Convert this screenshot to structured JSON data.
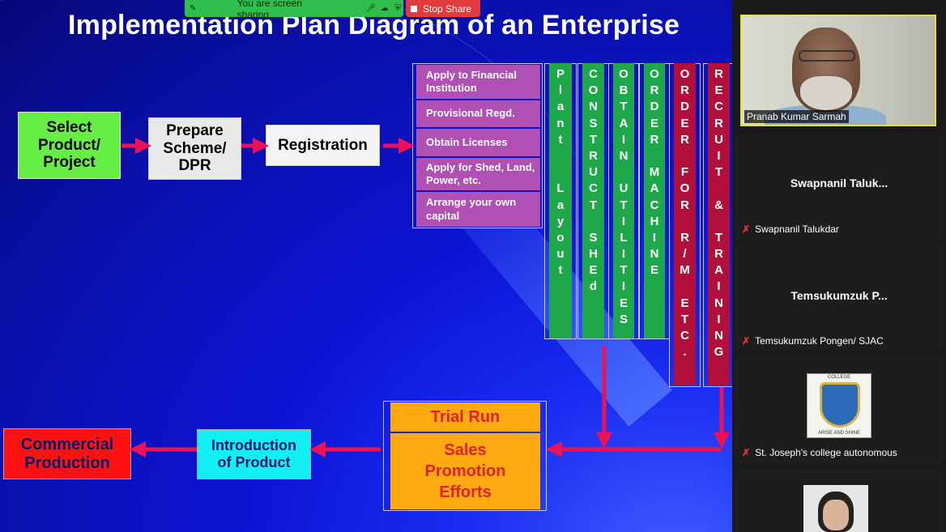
{
  "slide": {
    "title": "Implementation Plan Diagram of an Enterprise",
    "step_select": [
      "Select",
      "Product/",
      "Project"
    ],
    "step_prepare": [
      "Prepare",
      "Scheme/",
      "DPR"
    ],
    "step_registration": "Registration",
    "purple_items": [
      "Apply to Financial Institution",
      "Provisional Regd.",
      "Obtain Licenses",
      "Apply for Shed, Land, Power, etc.",
      "Arrange your own capital"
    ],
    "columns": [
      {
        "text": "Plant  Layout",
        "color": "#1fa84a"
      },
      {
        "text": "CONSTRUCT SHEd",
        "color": "#1fa84a"
      },
      {
        "text": "OBTAIN UTILITIES",
        "color": "#1fa84a"
      },
      {
        "text": "ORDER MACHINE",
        "color": "#1fa84a"
      },
      {
        "text": "ORDER FOR R/M ETC.",
        "color": "#b0103a"
      },
      {
        "text": "RECRUIT & TRAINING",
        "color": "#b0103a"
      }
    ],
    "trial_run": "Trial Run",
    "sales_promotion": [
      "Sales",
      "Promotion",
      "Efforts"
    ],
    "introduction": [
      "Introduction",
      "of Product"
    ],
    "commercial": [
      "Commercial",
      "Production"
    ]
  },
  "share_bar": {
    "message": "You are screen sharing",
    "stop_label": "Stop Share"
  },
  "participants": {
    "active_speaker": "Pranab Kumar Sarmah",
    "tiles": [
      {
        "big_name": "Swapnanil  Taluk...",
        "name": "Swapnanil Talukdar"
      },
      {
        "big_name": "Temsukumzuk  P...",
        "name": "Temsukumzuk Pongen/ SJAC"
      },
      {
        "name": "St. Joseph's college autonomous",
        "logo_top": "COLLEGE",
        "logo_bottom": "ARISE AND SHINE"
      }
    ]
  }
}
